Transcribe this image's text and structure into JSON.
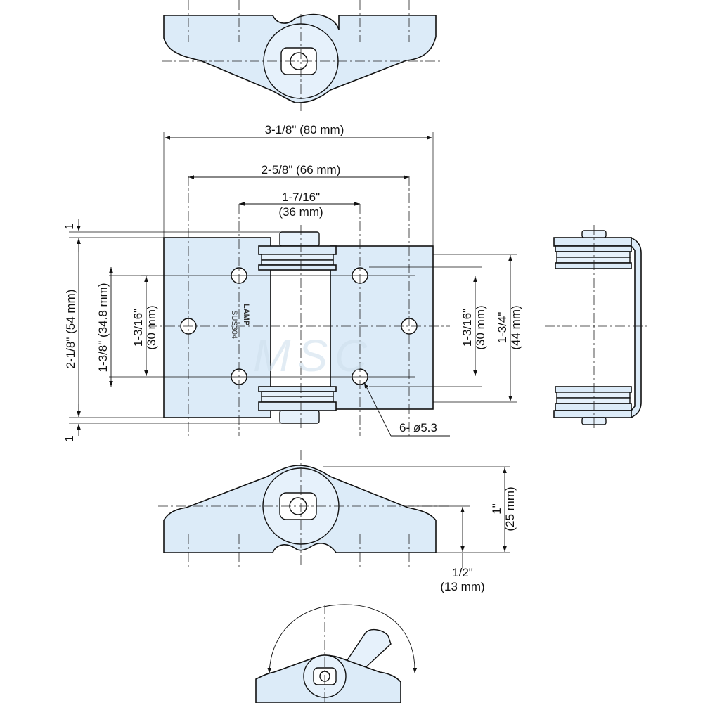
{
  "dimensions": {
    "overall_width": "3-1/8\" (80 mm)",
    "hole_span_outer": "2-5/8\" (66 mm)",
    "hole_span_inner_line1": "1-7/16\"",
    "hole_span_inner_line2": "(36 mm)",
    "overall_height": "2-1/8\" (54 mm)",
    "height_mid": "1-3/8\" (34.8 mm)",
    "left_hole_spacing_line1": "1-3/16\"",
    "left_hole_spacing_line2": "(30 mm)",
    "right_hole_spacing_line1": "1-3/16\"",
    "right_hole_spacing_line2": "(30 mm)",
    "leaf_height_line1": "1-3/4\"",
    "leaf_height_line2": "(44 mm)",
    "pin_offset_top": "1",
    "pin_offset_bottom": "1",
    "hole_callout": "6- ø5.3",
    "side_height_line1": "1\"",
    "side_height_line2": "(25 mm)",
    "base_height_line1": "1/2\"",
    "base_height_line2": "(13 mm)"
  },
  "marking": {
    "brand": "LAMP",
    "material": "SUS304"
  },
  "watermark": "MSC"
}
